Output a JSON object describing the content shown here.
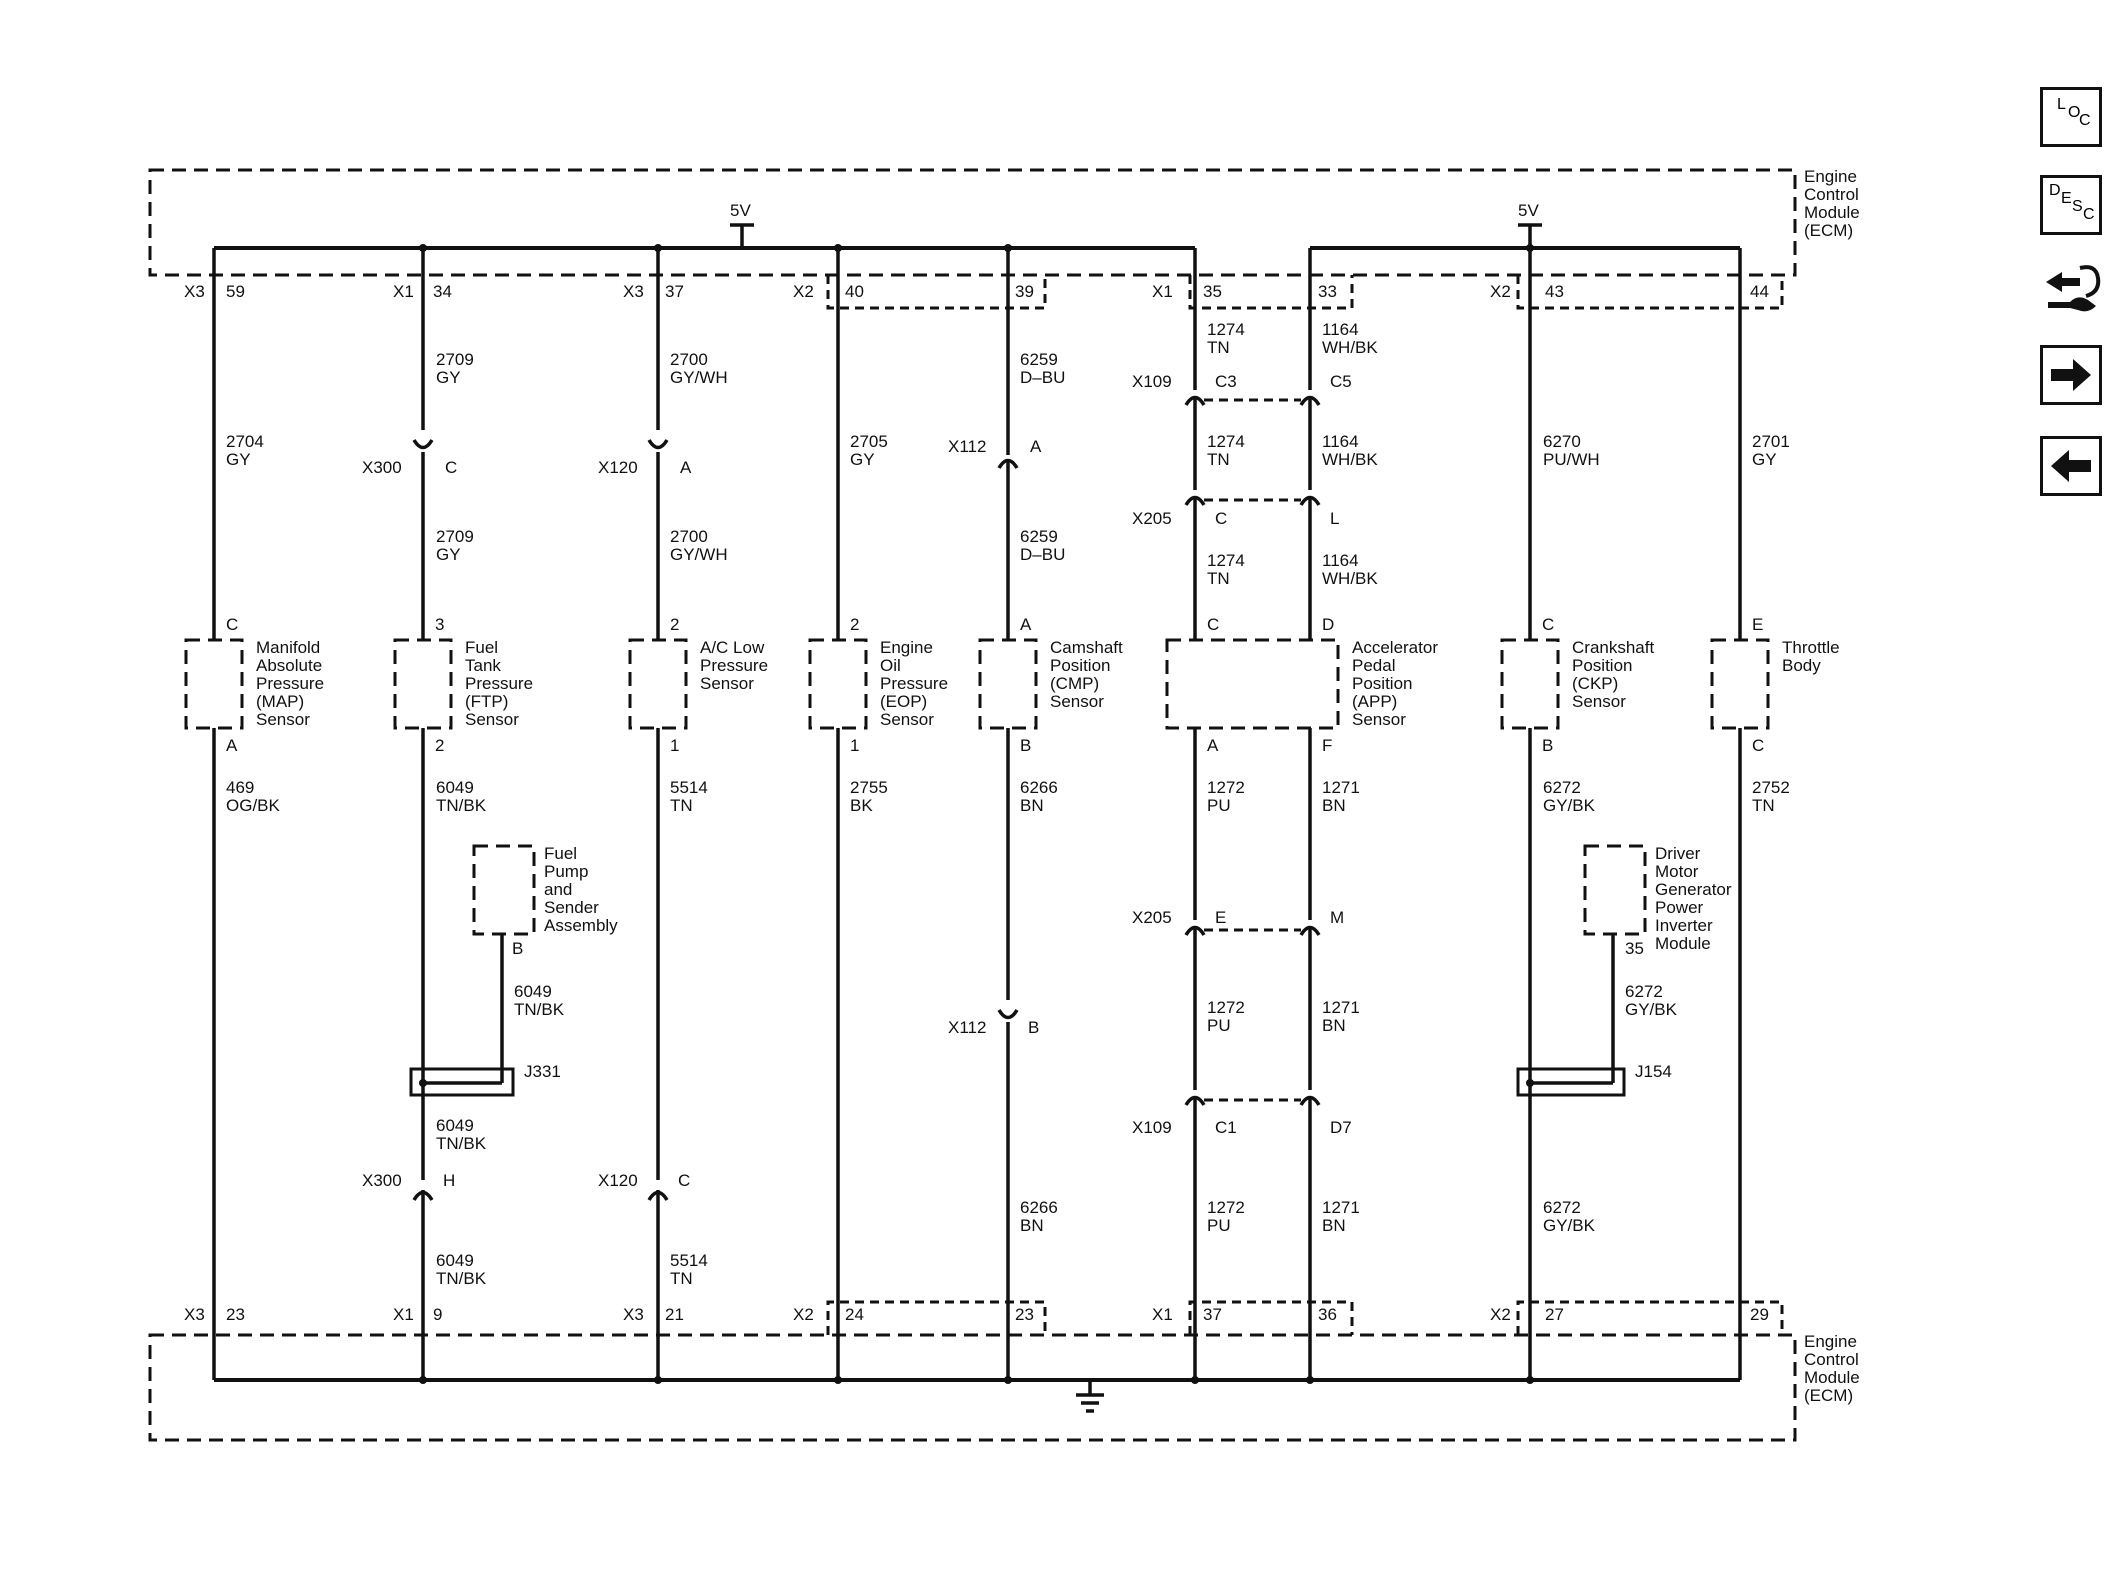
{
  "ecm_label": [
    "Engine",
    "Control",
    "Module",
    "(ECM)"
  ],
  "supply_5v": "5V",
  "connectors_top": [
    {
      "conn": "X3",
      "pin": "59"
    },
    {
      "conn": "X1",
      "pin": "34"
    },
    {
      "conn": "X3",
      "pin": "37"
    },
    {
      "conn": "X2",
      "pin": "40"
    },
    {
      "conn": "",
      "pin": "39"
    },
    {
      "conn": "X1",
      "pin": "35"
    },
    {
      "conn": "",
      "pin": "33"
    },
    {
      "conn": "X2",
      "pin": "43"
    },
    {
      "conn": "",
      "pin": "44"
    }
  ],
  "connectors_bottom": [
    {
      "conn": "X3",
      "pin": "23"
    },
    {
      "conn": "X1",
      "pin": "9"
    },
    {
      "conn": "X3",
      "pin": "21"
    },
    {
      "conn": "X2",
      "pin": "24"
    },
    {
      "conn": "",
      "pin": "23"
    },
    {
      "conn": "X1",
      "pin": "37"
    },
    {
      "conn": "",
      "pin": "36"
    },
    {
      "conn": "X2",
      "pin": "27"
    },
    {
      "conn": "",
      "pin": "29"
    }
  ],
  "wires": [
    {
      "circuit": "2704",
      "color": "GY"
    },
    {
      "circuit": "2709",
      "color": "GY"
    },
    {
      "circuit": "2700",
      "color": "GY/WH"
    },
    {
      "circuit": "2705",
      "color": "GY"
    },
    {
      "circuit": "6259",
      "color": "D–BU"
    },
    {
      "circuit": "1274",
      "color": "TN"
    },
    {
      "circuit": "1164",
      "color": "WH/BK"
    },
    {
      "circuit": "6270",
      "color": "PU/WH"
    },
    {
      "circuit": "2701",
      "color": "GY"
    },
    {
      "circuit": "469",
      "color": "OG/BK"
    },
    {
      "circuit": "6049",
      "color": "TN/BK"
    },
    {
      "circuit": "5514",
      "color": "TN"
    },
    {
      "circuit": "2755",
      "color": "BK"
    },
    {
      "circuit": "6266",
      "color": "BN"
    },
    {
      "circuit": "1272",
      "color": "PU"
    },
    {
      "circuit": "1271",
      "color": "BN"
    },
    {
      "circuit": "6272",
      "color": "GY/BK"
    },
    {
      "circuit": "2752",
      "color": "TN"
    }
  ],
  "inline_connectors": {
    "x300": "X300",
    "x120": "X120",
    "x112": "X112",
    "x109": "X109",
    "x205": "X205",
    "pin_c": "C",
    "pin_a": "A",
    "pin_h": "H",
    "pin_b": "B",
    "pin_c3": "C3",
    "pin_c5": "C5",
    "pin_l": "L",
    "pin_e": "E",
    "pin_m": "M",
    "pin_c1": "C1",
    "pin_d7": "D7"
  },
  "splices": {
    "j331": "J331",
    "j154": "J154"
  },
  "components": {
    "map": {
      "name": [
        "Manifold",
        "Absolute",
        "Pressure",
        "(MAP)",
        "Sensor"
      ],
      "pin_top": "C",
      "pin_bottom": "A"
    },
    "ftp": {
      "name": [
        "Fuel",
        "Tank",
        "Pressure",
        "(FTP)",
        "Sensor"
      ],
      "pin_top": "3",
      "pin_bottom": "2"
    },
    "ac": {
      "name": [
        "A/C Low",
        "Pressure",
        "Sensor"
      ],
      "pin_top": "2",
      "pin_bottom": "1"
    },
    "eop": {
      "name": [
        "Engine",
        "Oil",
        "Pressure",
        "(EOP)",
        "Sensor"
      ],
      "pin_top": "2",
      "pin_bottom": "1"
    },
    "cmp": {
      "name": [
        "Camshaft",
        "Position",
        "(CMP)",
        "Sensor"
      ],
      "pin_top": "A",
      "pin_bottom": "B"
    },
    "app": {
      "name": [
        "Accelerator",
        "Pedal",
        "Position",
        "(APP)",
        "Sensor"
      ],
      "pins_top": [
        "C",
        "D"
      ],
      "pins_bottom": [
        "A",
        "F"
      ]
    },
    "ckp": {
      "name": [
        "Crankshaft",
        "Position",
        "(CKP)",
        "Sensor"
      ],
      "pin_top": "C",
      "pin_bottom": "B"
    },
    "tb": {
      "name": [
        "Throttle",
        "Body"
      ],
      "pin_top": "E",
      "pin_bottom": "C"
    },
    "fuel_pump": {
      "name": [
        "Fuel",
        "Pump",
        "and",
        "Sender",
        "Assembly"
      ],
      "pin": "B"
    },
    "dmgpim": {
      "name": [
        "Driver",
        "Motor",
        "Generator",
        "Power",
        "Inverter",
        "Module"
      ],
      "pin": "35"
    }
  },
  "nav": {
    "loc": {
      "L": "L",
      "O": "O",
      "C": "C"
    },
    "desc": {
      "D": "D",
      "E": "E",
      "S": "S",
      "C": "C"
    },
    "icons": [
      "loc-icon",
      "desc-icon",
      "connector-wrench-icon",
      "next-arrow-icon",
      "prev-arrow-icon"
    ]
  }
}
